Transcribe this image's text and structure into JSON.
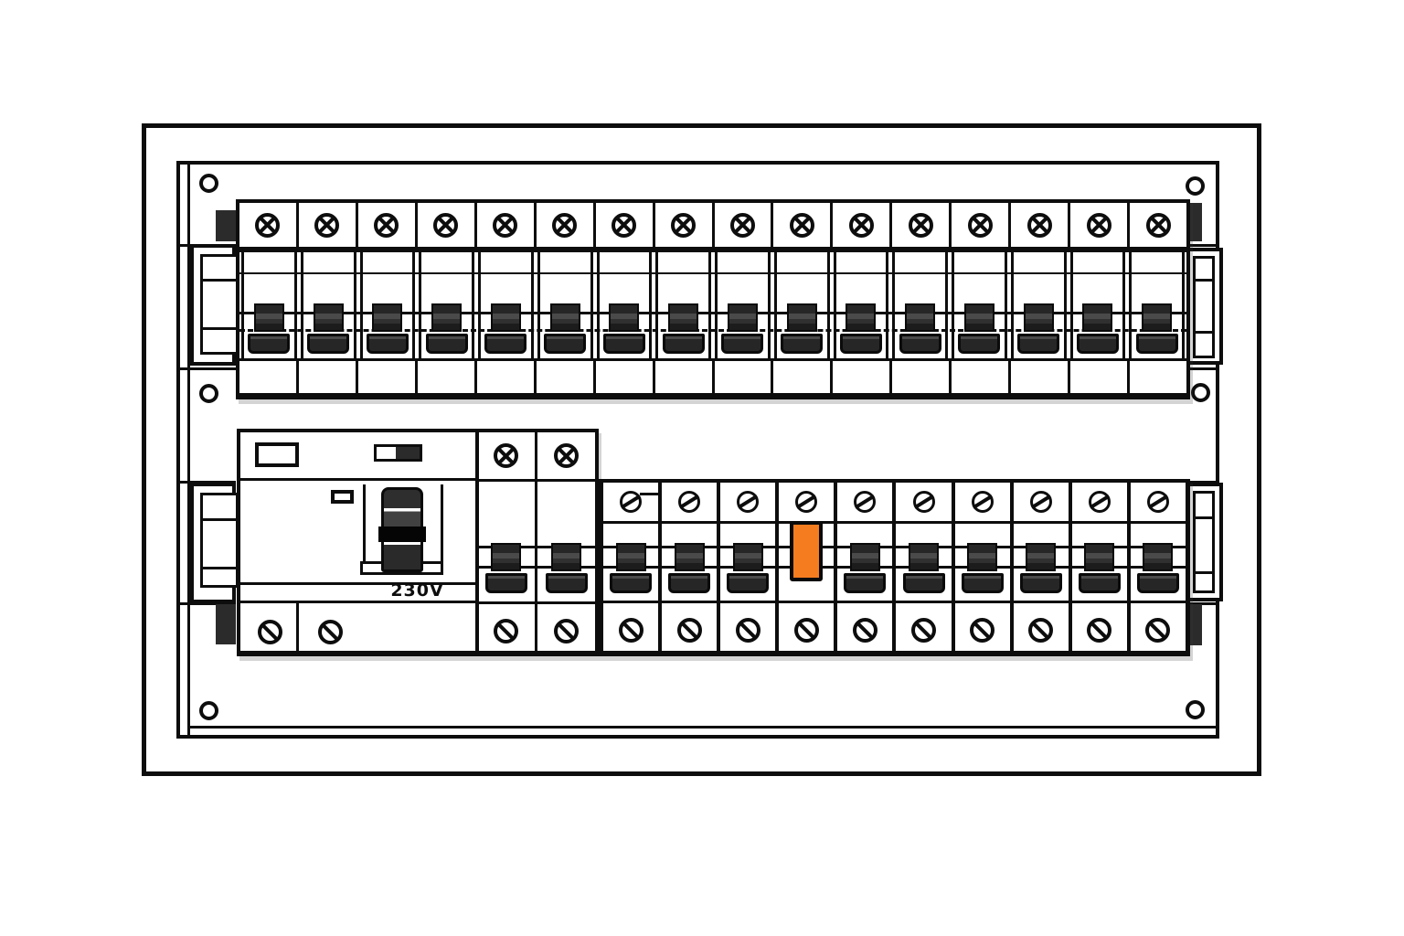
{
  "main_switch": {
    "voltage_label": "230V",
    "screw_count": 2,
    "screw_style": "slash-down"
  },
  "rows": {
    "top": {
      "breaker_count": 16,
      "top_screw": "cross",
      "bottom_screw": "none"
    },
    "bottom_left": {
      "breaker_count": 2,
      "top_screw": "cross",
      "bottom_screw": "slash-down"
    },
    "bottom_right": {
      "breaker_count": 10,
      "top_screw": "slash-up",
      "bottom_screw": "slash-down",
      "tripped_breaker_index": 4
    }
  },
  "mounting_screws": {
    "count": 6
  },
  "colors": {
    "line": "#0d0d0d",
    "toggle_dark": "#262626",
    "toggle_stripe": "#4a4a4a",
    "tripped_orange": "#f57c1f",
    "background": "#ffffff"
  }
}
